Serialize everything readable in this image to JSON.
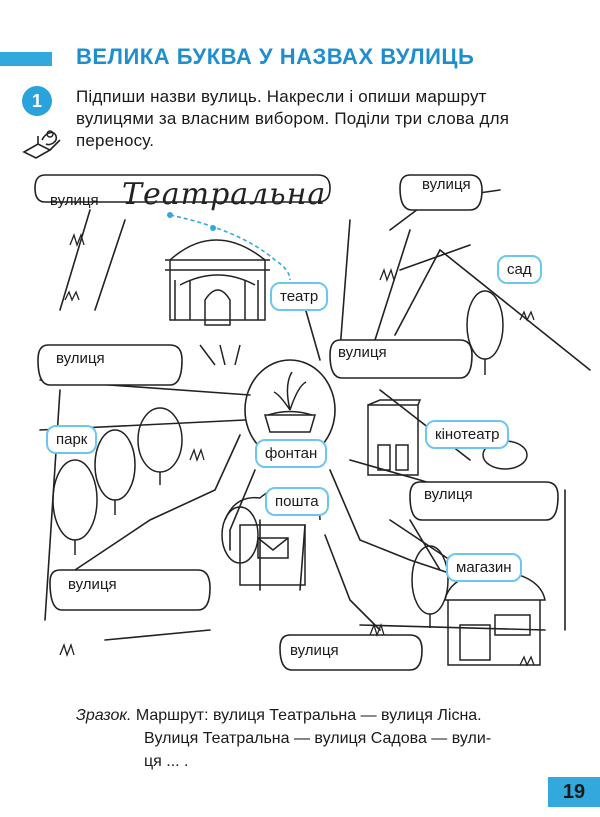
{
  "header": {
    "title": "ВЕЛИКА БУКВА У НАЗВАХ ВУЛИЦЬ"
  },
  "task": {
    "number": "1",
    "line1": "Підпиши назви вулиць. Накресли і опиши маршрут",
    "line2": "вулицями за власним вибором. Поділи три слова для",
    "line3": "переносу."
  },
  "map": {
    "street_word": "вулиця",
    "example_street": "Театральна",
    "places": {
      "theatre": "театр",
      "garden": "сад",
      "park": "парк",
      "fountain": "фонтан",
      "cinema": "кінотеатр",
      "post": "пошта",
      "shop": "магазин"
    }
  },
  "sample": {
    "lead": "Зразок.",
    "line1": "Маршрут: вулиця Театральна — вулиця Лісна.",
    "line2": "Вулиця Театральна — вулиця Садова — вули-",
    "line3": "ця ... ."
  },
  "footer": {
    "page_number": "19"
  },
  "colors": {
    "accent": "#33a8dd",
    "title": "#1e8fcc",
    "tag_border": "#6cc7ef"
  }
}
